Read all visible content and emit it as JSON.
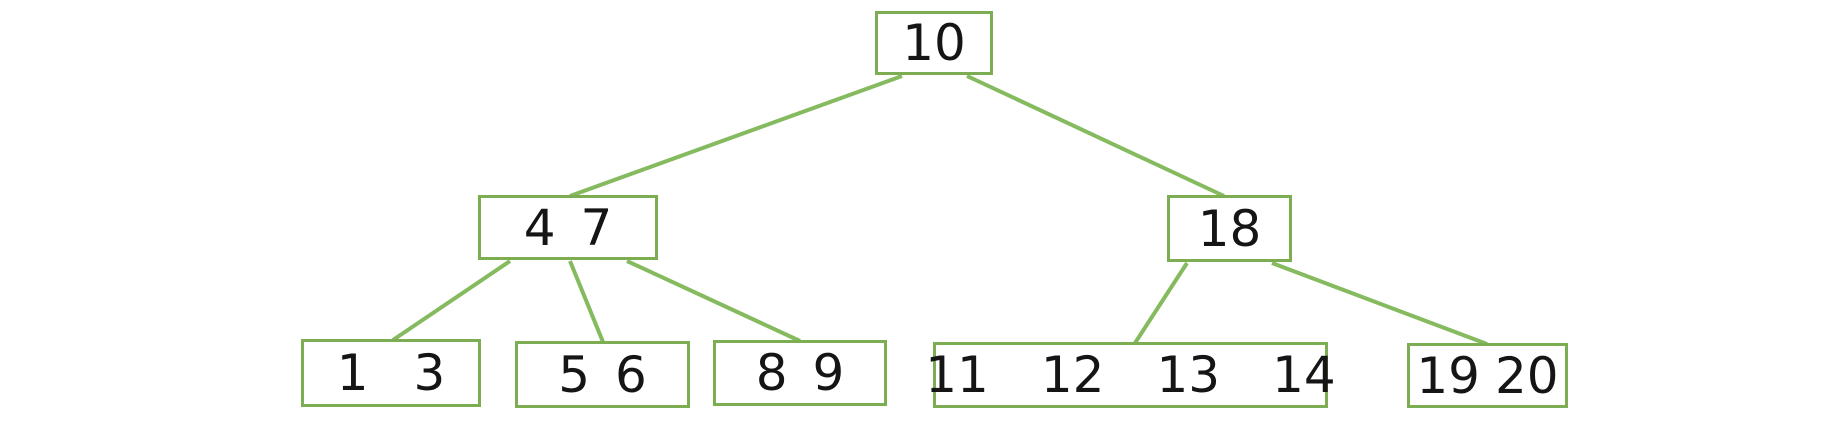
{
  "diagram": {
    "kind": "b-tree",
    "colors": {
      "background": "#ffffff",
      "node_fill": "#ffffff",
      "node_border": "#7CAD53",
      "edge": "#85BA5F",
      "text": "#151515"
    },
    "nodes": [
      {
        "id": "root",
        "level": 0,
        "keys": [
          "10"
        ]
      },
      {
        "id": "n4-7",
        "level": 1,
        "keys": [
          "4",
          "7"
        ]
      },
      {
        "id": "n18",
        "level": 1,
        "keys": [
          "18"
        ]
      },
      {
        "id": "n1-3",
        "level": 2,
        "keys": [
          "1",
          "3"
        ]
      },
      {
        "id": "n5-6",
        "level": 2,
        "keys": [
          "5",
          "6"
        ]
      },
      {
        "id": "n8-9",
        "level": 2,
        "keys": [
          "8",
          "9"
        ]
      },
      {
        "id": "n11-14",
        "level": 2,
        "keys": [
          "11",
          "12",
          "13",
          "14"
        ]
      },
      {
        "id": "n19-20",
        "level": 2,
        "keys": [
          "19",
          "20"
        ]
      }
    ],
    "edges": [
      {
        "from": "root",
        "to": "n4-7"
      },
      {
        "from": "root",
        "to": "n18"
      },
      {
        "from": "n4-7",
        "to": "n1-3"
      },
      {
        "from": "n4-7",
        "to": "n5-6"
      },
      {
        "from": "n4-7",
        "to": "n8-9"
      },
      {
        "from": "n18",
        "to": "n11-14"
      },
      {
        "from": "n18",
        "to": "n19-20"
      }
    ]
  }
}
